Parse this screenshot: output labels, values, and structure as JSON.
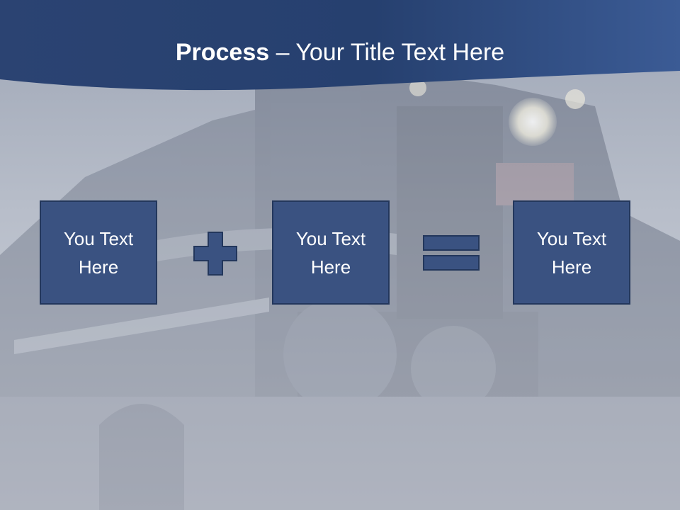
{
  "slide": {
    "title_bold": "Process",
    "title_rest": " – Your Title Text Here",
    "boxes": [
      {
        "text": "You Text Here"
      },
      {
        "text": "You Text Here"
      },
      {
        "text": "You Text Here"
      }
    ],
    "operators": [
      "plus-icon",
      "equals-icon"
    ]
  },
  "colors": {
    "title_band": "#2e4a7c",
    "box_fill": "#3a5281",
    "box_border": "#23375c",
    "text": "#ffffff"
  }
}
